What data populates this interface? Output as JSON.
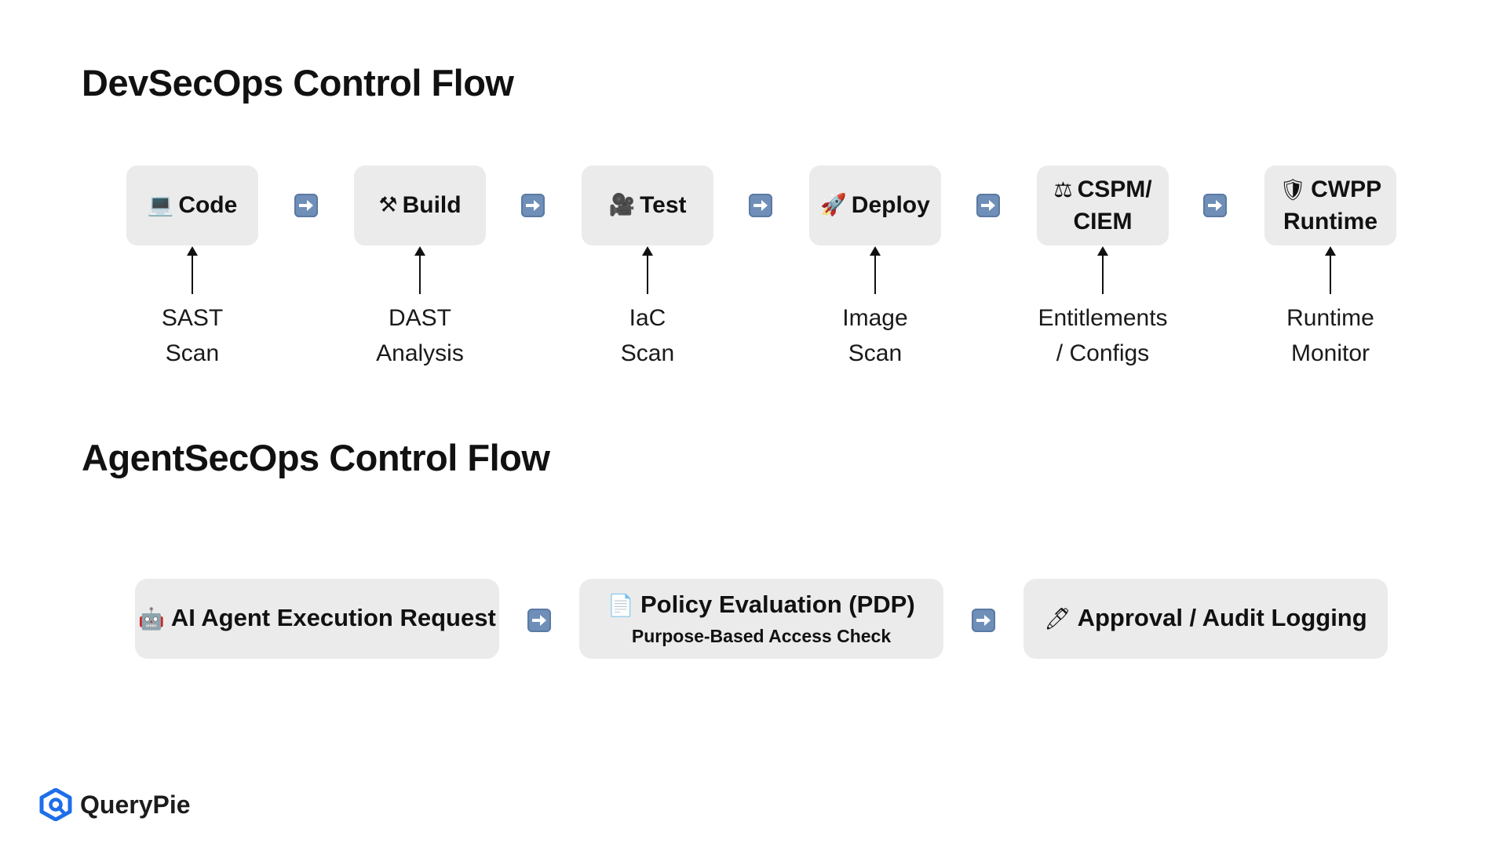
{
  "dev_flow": {
    "title": "DevSecOps Control Flow",
    "steps": [
      {
        "icon": "laptop-icon",
        "emoji": "💻",
        "name": "Code",
        "label_lines": [
          "SAST",
          "Scan"
        ]
      },
      {
        "icon": "hammer-pick-icon",
        "emoji": "⚒",
        "name": "Build",
        "label_lines": [
          "DAST",
          "Analysis"
        ]
      },
      {
        "icon": "video-camera-icon",
        "emoji": "🎥",
        "name": "Test",
        "label_lines": [
          "IaC",
          "Scan"
        ]
      },
      {
        "icon": "rocket-icon",
        "emoji": "🚀",
        "name": "Deploy",
        "label_lines": [
          "Image",
          "Scan"
        ]
      },
      {
        "icon": "balance-scale-icon",
        "emoji": "⚖",
        "name_lines": [
          "CSPM/",
          "CIEM"
        ],
        "label_lines": [
          "Entitlements",
          "/ Configs"
        ]
      },
      {
        "icon": "shield-icon",
        "emoji": "🛡",
        "name_lines": [
          "CWPP",
          "Runtime"
        ],
        "label_lines": [
          "Runtime",
          "Monitor"
        ]
      }
    ]
  },
  "agent_flow": {
    "title": "AgentSecOps Control Flow",
    "steps": [
      {
        "icon": "robot-icon",
        "emoji": "🤖",
        "name": "AI Agent Execution Request"
      },
      {
        "icon": "page-icon",
        "emoji": "📄",
        "name": "Policy Evaluation (PDP)",
        "subtitle": "Purpose-Based Access Check"
      },
      {
        "icon": "pen-icon",
        "emoji": "🖊",
        "name": "Approval / Audit Logging"
      }
    ]
  },
  "brand": {
    "name": "QueryPie",
    "icon": "querypie-logo-icon"
  },
  "colors": {
    "box_bg": "#ebebeb",
    "arrow_blue": "#6f8fb8",
    "text": "#111111"
  }
}
